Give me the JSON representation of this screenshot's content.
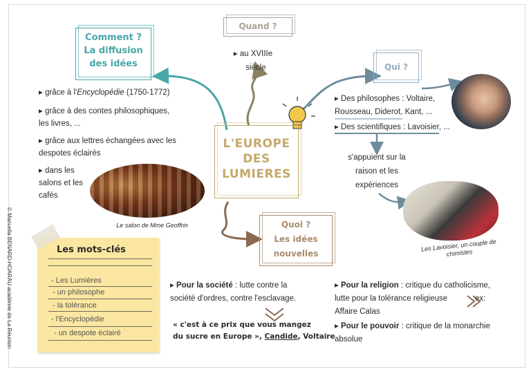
{
  "center": {
    "line1": "L'EUROPE",
    "line2": "DES",
    "line3": "LUMIERES"
  },
  "comment_box": {
    "line1": "Comment ?",
    "line2": "La diffusion",
    "line3": "des idées"
  },
  "quand_box": {
    "label": "Quand ?"
  },
  "quand_text": {
    "line1": "▸ au XVIIIe",
    "line2": "siècle"
  },
  "qui_box": {
    "label": "Qui ?"
  },
  "qui_text": {
    "line1": "▸ Des philosophes : Voltaire,",
    "line2": "Rousseau, Diderot, Kant, ...",
    "line3": "▸ Des scientifiques : Lavoisier, ..."
  },
  "raison_text": {
    "line1": "s'appuient sur la",
    "line2": "raison et les",
    "line3": "expériences"
  },
  "lavoisier_caption": {
    "line1": "Les Lavoisier, un couple de",
    "line2": "chimistes"
  },
  "comment_text": {
    "b1_pre": "▸ grâce à l'",
    "b1_em": "Encyclopédie",
    "b1_post": " (1750-1772)",
    "b2_l1": "▸ grâce à des contes philosophiques,",
    "b2_l2": "les livres, ...",
    "b3_l1": "▸ grâce aux lettres échangées avec les",
    "b3_l2": "despotes éclairés",
    "b4_l1": "▸ dans  les",
    "b4_l2": "salons et les",
    "b4_l3": "cafés"
  },
  "salon_caption": "Le salon de Mme Geoffrin",
  "quoi_box": {
    "line1": "Quoi ?",
    "line2": "Les idées",
    "line3": "nouvelles"
  },
  "societe_text": {
    "bold": "Pour la société",
    "rest1": "  : lutte contre la",
    "line2": "société d'ordres, contre l'esclavage."
  },
  "quote_text": {
    "line1": "« c'est à ce prix que vous mangez",
    "line2_pre": "du sucre en Europe », ",
    "line2_link": "Candide",
    "line2_post": ", Voltaire"
  },
  "religion_text": {
    "bold": "Pour la religion",
    "rest1": " : critique du catholicisme,",
    "line2": "lutte pour la tolérance religieuse",
    "ex": "ex:",
    "line3": "Affaire Calas"
  },
  "pouvoir_text": {
    "bold": "Pour le pouvoir",
    "rest1": " : critique de la monarchie",
    "line2": "absolue"
  },
  "keywords": {
    "title": "Les mots-clés",
    "items": [
      "- Les Lumières",
      "- un philosophe",
      "- la tolérance",
      "- l'Encyclopédie",
      "- un despote éclairé"
    ]
  },
  "credit": "© Manuella BENARD-HOARAU  académie de La Réunion",
  "colors": {
    "teal": "#4aa6a8",
    "slate": "#6e8c9c",
    "olive": "#8a8062",
    "brown": "#8b6a52",
    "gold": "#c4a96a"
  }
}
